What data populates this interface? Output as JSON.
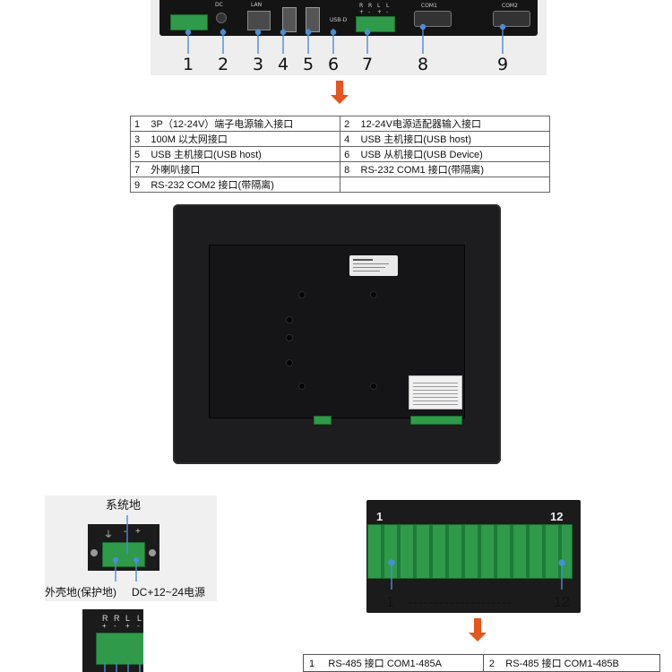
{
  "top_panel": {
    "port_labels": [
      "DC",
      "LAN",
      "USB-D",
      "R",
      "R",
      "L",
      "L",
      "COM1",
      "COM2"
    ],
    "polarity_marks": [
      "+",
      "-",
      "+",
      "-"
    ],
    "numbers": [
      "1",
      "2",
      "3",
      "4",
      "5",
      "6",
      "7",
      "8",
      "9"
    ]
  },
  "port_table": [
    [
      {
        "n": "1",
        "t": "3P（12-24V）端子电源输入接口"
      },
      {
        "n": "2",
        "t": "12-24V电源适配器输入接口"
      }
    ],
    [
      {
        "n": "3",
        "t": "100M  以太网接口"
      },
      {
        "n": "4",
        "t": "USB  主机接口(USB host)"
      }
    ],
    [
      {
        "n": "5",
        "t": "USB  主机接口(USB host)"
      },
      {
        "n": "6",
        "t": "USB  从机接口(USB Device)"
      }
    ],
    [
      {
        "n": "7",
        "t": "外喇叭接口"
      },
      {
        "n": "8",
        "t": "RS-232    COM1  接口(带隔离)"
      }
    ],
    [
      {
        "n": "9",
        "t": "RS-232    COM2  接口(带隔离)"
      },
      {
        "n": "",
        "t": ""
      }
    ]
  ],
  "power_terminal": {
    "title": "系统地",
    "symbols": [
      "⏚",
      "-",
      "+"
    ],
    "label_left": "外壳地(保护地)",
    "label_right": "DC+12~24电源"
  },
  "speaker_terminal": {
    "labels": [
      "R",
      "R",
      "L",
      "L"
    ],
    "polarity": [
      "+",
      "-",
      "+",
      "-"
    ]
  },
  "rs485": {
    "label_first": "1",
    "label_last": "12",
    "bottom_left": "1",
    "bottom_dash": "--------------------",
    "bottom_right": "12",
    "table": [
      {
        "n": "1",
        "t": "RS-485 接口 COM1-485A"
      },
      {
        "n": "2",
        "t": "RS-485 接口 COM1-485B"
      }
    ]
  },
  "colors": {
    "accent_arrow": "#e8541e",
    "terminal_green": "#2e9a4a",
    "device_body": "#1d1d1f"
  }
}
